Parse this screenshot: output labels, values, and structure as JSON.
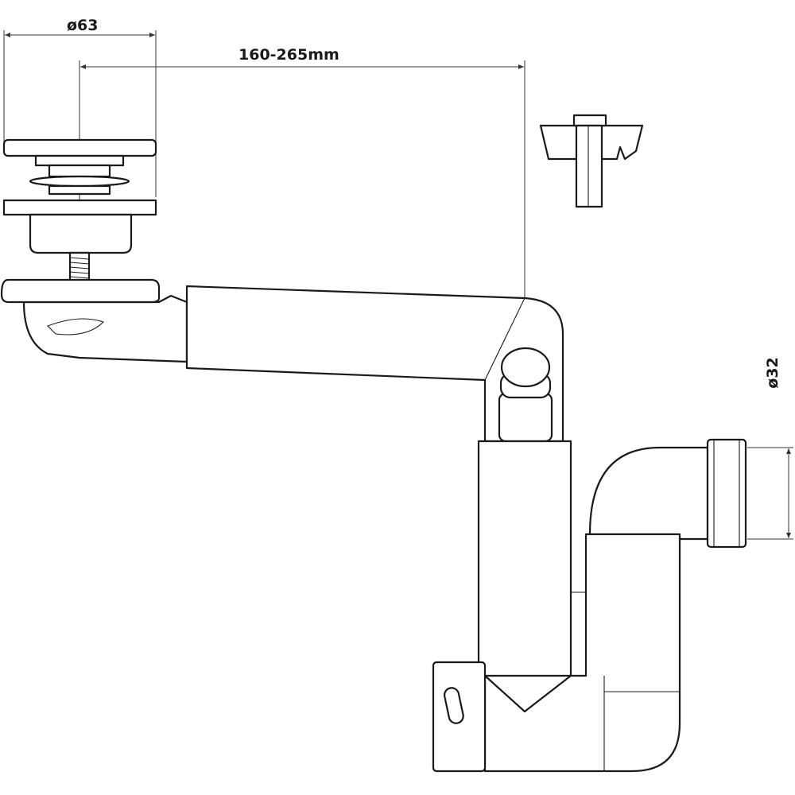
{
  "dimensions": {
    "stopper_diameter": "ø63",
    "reach": "160-265mm",
    "outlet_diameter": "ø32"
  },
  "colors": {
    "line": "#1a1a1a",
    "background": "#ffffff"
  }
}
